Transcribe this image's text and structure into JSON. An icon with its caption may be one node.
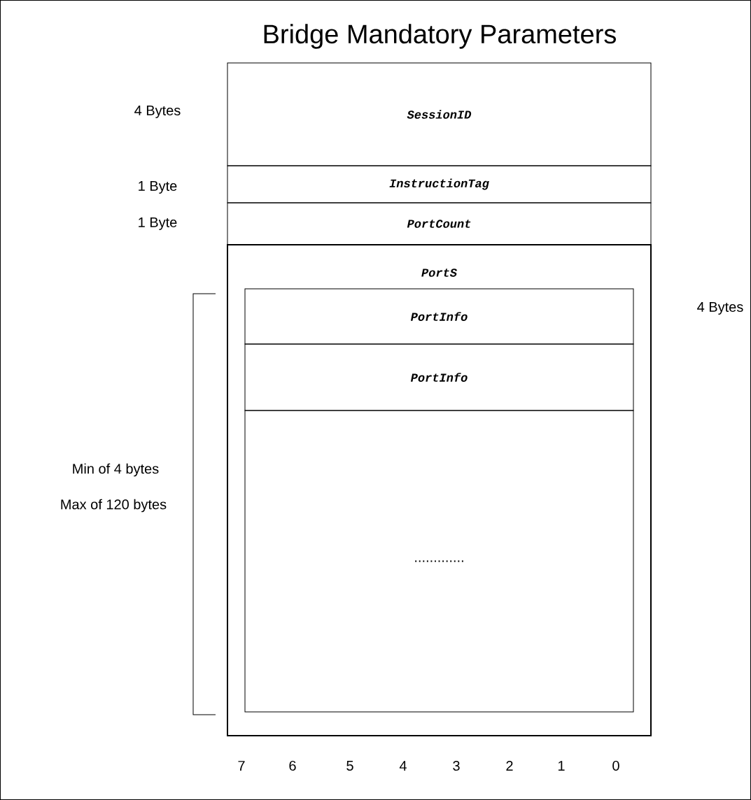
{
  "diagram": {
    "title": "Bridge Mandatory Parameters",
    "nodes": [
      {
        "text": [
          "SessionID"
        ],
        "beside": [
          "4 Bytes"
        ]
      },
      {
        "text": [
          "InstructionTag"
        ],
        "beside": [
          "1 Byte"
        ]
      },
      {
        "text": [
          "PortCount"
        ],
        "beside": [
          "1 Byte"
        ]
      },
      {
        "text": [
          "PortS"
        ]
      },
      {
        "text": [
          "PortInfo"
        ],
        "in": 3
      },
      {
        "text": [
          "PortInfo"
        ],
        "in": 3
      },
      {
        "text": [
          "............."
        ],
        "in": 3
      }
    ],
    "labels": [
      "4 Bytes",
      "Min of 4 bytes",
      "Max of 120 bytes",
      "7",
      "6",
      "5",
      "4",
      "3",
      "2",
      "1",
      "0"
    ]
  }
}
